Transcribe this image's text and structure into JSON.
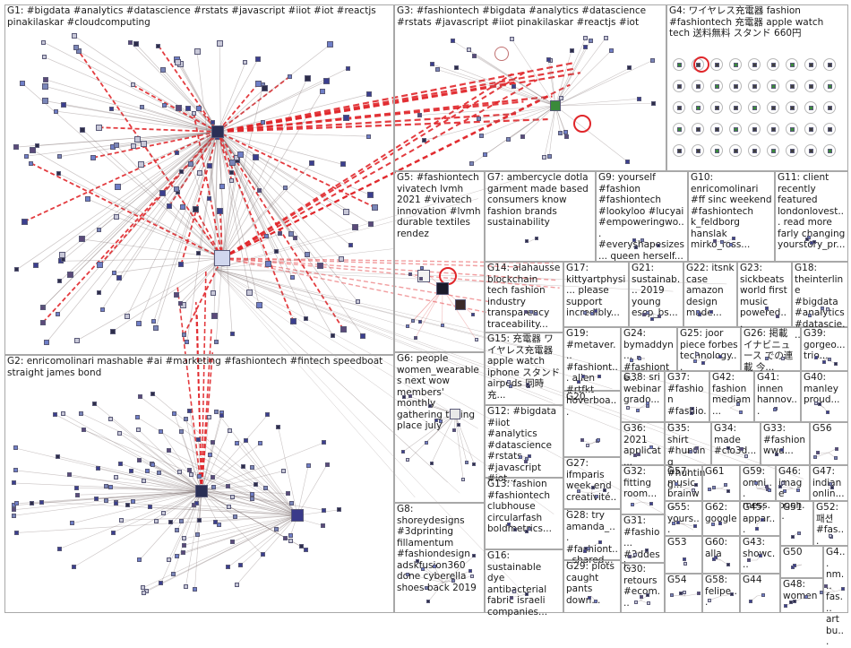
{
  "graph": {
    "groups": [
      {
        "id": "G1",
        "label": "G1: #bigdata #analytics #datascience #rstats #javascript #iiot #iot #reactjs pinakilaskar #cloudcomputing"
      },
      {
        "id": "G2",
        "label": "G2: enricomolinari mashable #ai #marketing #fashiontech #fintech speedboat straight james bond"
      },
      {
        "id": "G3",
        "label": "G3: #fashiontech #bigdata #analytics #datascience #rstats #javascript #iiot pinakilaskar #reactjs #iot"
      },
      {
        "id": "G4",
        "label": "G4: ワイヤレス充電器 fashion #fashiontech 充電器 apple watch tech 送料無料 スタンド 660円"
      },
      {
        "id": "G5",
        "label": "G5: #fashiontech vivatech lvmh 2021 #vivatech innovation #lvmh durable textiles rendez"
      },
      {
        "id": "G6",
        "label": "G6: people women_wearables next wow members' monthly gathering taking place july"
      },
      {
        "id": "G7",
        "label": "G7: ambercycle dotla garment made based consumers know fashion brands sustainability"
      },
      {
        "id": "G8",
        "label": "G8: shoreydesigns #3dprinting fillamentum #fashiondesign adskfusion360 done cyberella shoes back 2019"
      },
      {
        "id": "G9",
        "label": "G9: yourself #fashion #fashiontech #lookyloo #lucyai #empoweringwo... #everyshapesizes... queen herself..."
      },
      {
        "id": "G10",
        "label": "G10: enricomolinari #ff sinc weekend #fashiontech k_feldborg hanslak mirko_ross..."
      },
      {
        "id": "G11",
        "label": "G11: client recently featured londonlovest... read more farly changing yourstory_pr..."
      },
      {
        "id": "G12",
        "label": "G12: #bigdata #iiot #analytics #datascience #rstats #javascript #iot..."
      },
      {
        "id": "G13",
        "label": "G13: fashion #fashiontech clubhouse circularfash boldmetrics..."
      },
      {
        "id": "G14",
        "label": "G14: alahausse blockchain tech fashion industry transparency traceability..."
      },
      {
        "id": "G15",
        "label": "G15: 充電器 ワイヤレス充電器 apple watch iphone スタンド airpods 同時充..."
      },
      {
        "id": "G16",
        "label": "G16: sustainable dye antibacterial fabric israeli companies..."
      },
      {
        "id": "G17",
        "label": "G17: kittyartphysi... please support incredibly..."
      },
      {
        "id": "G18",
        "label": "G18: theinterline #bigdata #analytics #datascie..."
      },
      {
        "id": "G19",
        "label": "G19: #metaver... #fashiont... alien #rtfkt hoverboa..."
      },
      {
        "id": "G20",
        "label": "G20"
      },
      {
        "id": "G21",
        "label": "G21: sustainab... 2019 young escp_bs..."
      },
      {
        "id": "G22",
        "label": "G22: itsnk case amazon design made..."
      },
      {
        "id": "G23",
        "label": "G23: sickbeats world first music powered..."
      },
      {
        "id": "G24",
        "label": "G24: bymaddyn... #fashionte..."
      },
      {
        "id": "G25",
        "label": "G25: joor piece forbes technology..."
      },
      {
        "id": "G26",
        "label": "G26: 掲載 イナビニュース での連載 今..."
      },
      {
        "id": "G27",
        "label": "G27: ifmparis week end creativité..."
      },
      {
        "id": "G28",
        "label": "G28: try amanda_... #fashiont... shared..."
      },
      {
        "id": "G29",
        "label": "G29: plots caught pants down..."
      },
      {
        "id": "G30",
        "label": "G30: retours #ecom..."
      },
      {
        "id": "G31",
        "label": "G31: #fashio... #3ddesi..."
      },
      {
        "id": "G32",
        "label": "G32: fitting room..."
      },
      {
        "id": "G33",
        "label": "G33: #fashion wwd..."
      },
      {
        "id": "G34",
        "label": "G34: made #clo3d..."
      },
      {
        "id": "G35",
        "label": "G35: shirt #hunting #hunting..."
      },
      {
        "id": "G36",
        "label": "G36: 2021 applicat..."
      },
      {
        "id": "G37",
        "label": "G37: #fashion #fashio..."
      },
      {
        "id": "G38",
        "label": "G38: sri webinar grado..."
      },
      {
        "id": "G39",
        "label": "G39: gorgeo... trio..."
      },
      {
        "id": "G40",
        "label": "G40: manley proud..."
      },
      {
        "id": "G41",
        "label": "G41: innen hannov..."
      },
      {
        "id": "G42",
        "label": "G42: fashion mediam..."
      },
      {
        "id": "G43",
        "label": "G43: showc..."
      },
      {
        "id": "G44",
        "label": "G44"
      },
      {
        "id": "G45",
        "label": "G45: appar..."
      },
      {
        "id": "G46",
        "label": "G46: image booh..."
      },
      {
        "id": "G47",
        "label": "G47: indian onlin..."
      },
      {
        "id": "G48",
        "label": "G48: women"
      },
      {
        "id": "G49",
        "label": "G4... nm... fas... art bu..."
      },
      {
        "id": "G50",
        "label": "G50"
      },
      {
        "id": "G51",
        "label": "G51"
      },
      {
        "id": "G52",
        "label": "G52: 패션 #fas..."
      },
      {
        "id": "G53",
        "label": "G53"
      },
      {
        "id": "G54",
        "label": "G54"
      },
      {
        "id": "G55",
        "label": "G55: yours..."
      },
      {
        "id": "G56",
        "label": "G56"
      },
      {
        "id": "G57",
        "label": "G57: music brainw..."
      },
      {
        "id": "G58",
        "label": "G58: felipe..."
      },
      {
        "id": "G59",
        "label": "G59: omni... mess..."
      },
      {
        "id": "G60",
        "label": "G60: alla"
      },
      {
        "id": "G61",
        "label": "G61"
      },
      {
        "id": "G62",
        "label": "G62: google"
      }
    ],
    "colors": {
      "group_border": "#a8a8a8",
      "edge_gray": "#8a7d7d",
      "edge_red": "#e0262a",
      "edge_pink": "#e88a8a",
      "node_fill": "#3b3f8f",
      "node_alt": "#6f7fc8",
      "accent_green": "#3a8a3a"
    }
  }
}
